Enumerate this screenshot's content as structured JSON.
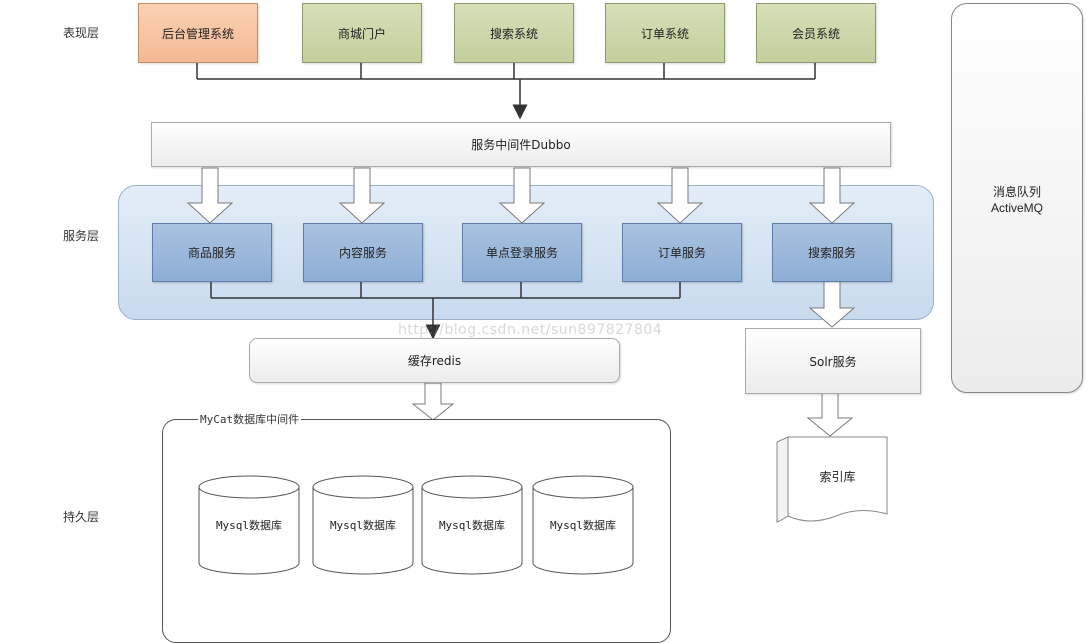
{
  "layers": {
    "presentation": "表现层",
    "service": "服务层",
    "persistence": "持久层"
  },
  "presentation_boxes": [
    "后台管理系统",
    "商城门户",
    "搜索系统",
    "订单系统",
    "会员系统"
  ],
  "middleware": {
    "dubbo": "服务中间件Dubbo"
  },
  "services": [
    "商品服务",
    "内容服务",
    "单点登录服务",
    "订单服务",
    "搜索服务"
  ],
  "cache": "缓存redis",
  "solr": "Solr服务",
  "index_db": "索引库",
  "mycat": {
    "title": "MyCat数据库中间件",
    "databases": [
      "Mysql数据库",
      "Mysql数据库",
      "Mysql数据库",
      "Mysql数据库"
    ]
  },
  "mq": {
    "line1": "消息队列",
    "line2": "ActiveMQ"
  },
  "watermark": "http://blog.csdn.net/sun897827804",
  "colors": {
    "admin_fill": "#f7c6a3",
    "portal_fill": "#ccd7a9",
    "service_fill": "#9bb7dc",
    "service_panel": "#d5e3f1"
  }
}
